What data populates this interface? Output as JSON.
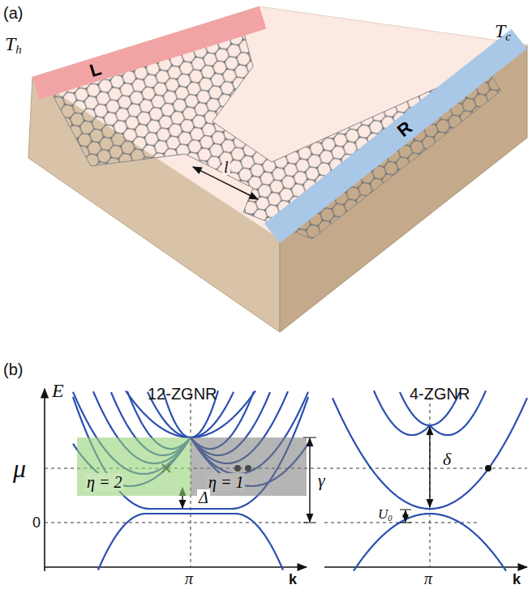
{
  "diagram": {
    "nodes": [
      {
        "text": [
          "L"
        ]
      },
      {
        "text": [
          "R"
        ]
      },
      {
        "text": [
          "η = 2"
        ]
      },
      {
        "text": [
          "η = 1"
        ]
      }
    ],
    "edges": [],
    "labels": [
      "(a)",
      "Th",
      "Tc",
      "l",
      "(b)",
      "E",
      "12-ZGNR",
      "4-ZGNR",
      "μ",
      "0",
      "Δ",
      "γ",
      "δ",
      "U0",
      "π",
      "k",
      "π",
      "k"
    ]
  }
}
